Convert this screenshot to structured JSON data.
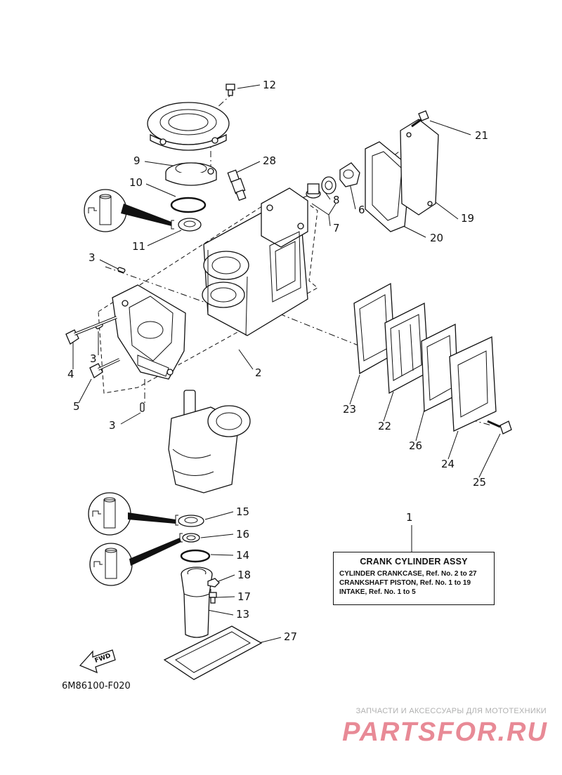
{
  "callouts": {
    "n1": "1",
    "n2": "2",
    "n3a": "3",
    "n3b": "3",
    "n3c": "3",
    "n4": "4",
    "n5": "5",
    "n6": "6",
    "n7": "7",
    "n8": "8",
    "n9": "9",
    "n10": "10",
    "n11": "11",
    "n12": "12",
    "n13": "13",
    "n14": "14",
    "n15": "15",
    "n16": "16",
    "n17": "17",
    "n18": "18",
    "n19": "19",
    "n20": "20",
    "n21": "21",
    "n22": "22",
    "n23": "23",
    "n24": "24",
    "n25": "25",
    "n26": "26",
    "n27": "27",
    "n28": "28"
  },
  "info_box": {
    "title": "CRANK CYLINDER ASSY",
    "lines": [
      "CYLINDER CRANKCASE,  Ref. No. 2 to 27",
      "CRANKSHAFT PISTON,  Ref. No. 1 to 19",
      "INTAKE,  Ref. No. 1 to 5"
    ]
  },
  "fwd_label": "FWD",
  "diagram_code": "6M86100-F020",
  "watermark": {
    "tagline": "ЗАПЧАСТИ И АКСЕССУАРЫ ДЛЯ МОТОТЕХНИКИ",
    "logo": "PARTSFOR.RU",
    "color": "#e88a96"
  },
  "icons": [
    "grease-symbol-icon",
    "fwd-arrow-icon"
  ]
}
